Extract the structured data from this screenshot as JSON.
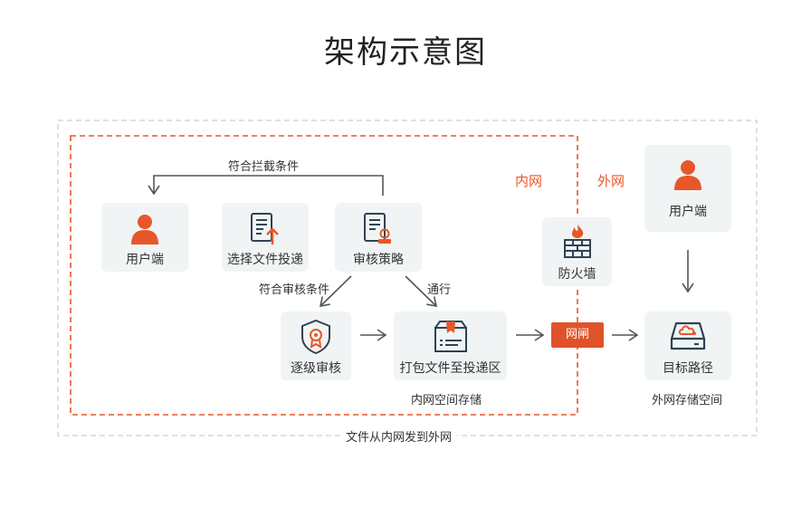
{
  "title": "架构示意图",
  "colors": {
    "accent": "#e8572a",
    "icon_dark": "#2f4353",
    "box_bg": "#f1f4f5",
    "arrow": "#555555"
  },
  "zones": {
    "inner": "内网",
    "outer": "外网"
  },
  "nodes": {
    "user_inner": {
      "label": "用户端",
      "icon": "user-icon"
    },
    "select_file": {
      "label": "选择文件投递",
      "icon": "document-upload-icon"
    },
    "review_policy": {
      "label": "审核策略",
      "icon": "document-stamp-icon"
    },
    "stepwise_review": {
      "label": "逐级审核",
      "icon": "shield-badge-icon"
    },
    "package": {
      "label": "打包文件至投递区",
      "icon": "package-box-icon"
    },
    "firewall": {
      "label": "防火墙",
      "icon": "firewall-icon"
    },
    "user_outer": {
      "label": "用户端",
      "icon": "user-icon"
    },
    "target_path": {
      "label": "目标路径",
      "icon": "cloud-storage-icon"
    }
  },
  "edge_labels": {
    "intercept": "符合拦截条件",
    "review": "符合审核条件",
    "pass": "通行",
    "gateway": "网闸"
  },
  "captions": {
    "inner_storage": "内网空间存储",
    "outer_storage": "外网存储空间",
    "footer": "文件从内网发到外网"
  }
}
